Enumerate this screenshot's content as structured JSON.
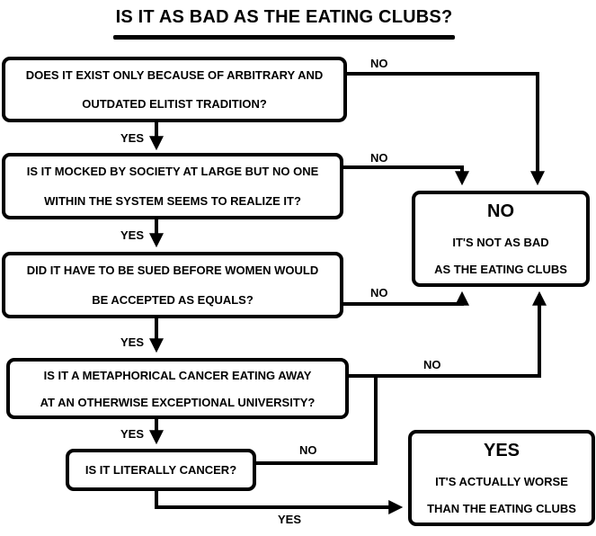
{
  "title": "IS IT AS BAD AS THE EATING CLUBS?",
  "questions": [
    {
      "id": "q1",
      "lines": [
        "DOES IT EXIST ONLY BECAUSE OF ARBITRARY AND",
        "OUTDATED ELITIST TRADITION?"
      ],
      "yes_label": "YES",
      "no_label": "NO"
    },
    {
      "id": "q2",
      "lines": [
        "IS IT MOCKED BY SOCIETY AT LARGE BUT NO ONE",
        "WITHIN THE SYSTEM SEEMS TO REALIZE IT?"
      ],
      "yes_label": "YES",
      "no_label": "NO"
    },
    {
      "id": "q3",
      "lines": [
        "DID IT HAVE TO BE SUED BEFORE WOMEN WOULD",
        "BE ACCEPTED AS EQUALS?"
      ],
      "yes_label": "YES",
      "no_label": "NO"
    },
    {
      "id": "q4",
      "lines": [
        "IS IT A METAPHORICAL CANCER EATING AWAY",
        "AT AN OTHERWISE EXCEPTIONAL UNIVERSITY?"
      ],
      "yes_label": "YES",
      "no_label": "NO"
    },
    {
      "id": "q5",
      "lines": [
        "IS IT LITERALLY CANCER?"
      ],
      "yes_label": "YES",
      "no_label": "NO"
    }
  ],
  "outcomes": {
    "no": {
      "heading": "NO",
      "lines": [
        "IT'S NOT AS BAD",
        "AS THE EATING CLUBS"
      ]
    },
    "yes": {
      "heading": "YES",
      "lines": [
        "IT'S ACTUALLY WORSE",
        "THAN THE EATING CLUBS"
      ]
    }
  },
  "colors": {
    "ink": "#000000",
    "background": "#ffffff"
  }
}
